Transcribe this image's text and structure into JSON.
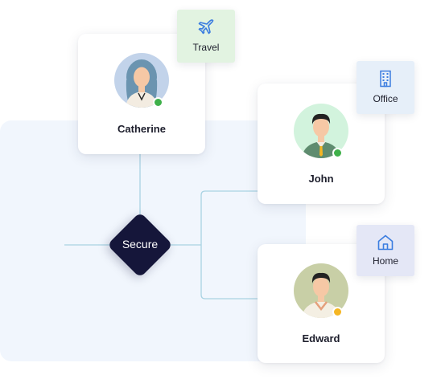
{
  "center": {
    "label": "Secure"
  },
  "people": [
    {
      "name": "Catherine",
      "status_color": "#3fb04a"
    },
    {
      "name": "John",
      "status_color": "#3fb04a"
    },
    {
      "name": "Edward",
      "status_color": "#f5b623"
    }
  ],
  "locations": [
    {
      "label": "Travel",
      "icon": "airplane-icon",
      "bg": "#e2f3e1"
    },
    {
      "label": "Office",
      "icon": "building-icon",
      "bg": "#e6eff9"
    },
    {
      "label": "Home",
      "icon": "house-icon",
      "bg": "#e4e7f6"
    }
  ],
  "colors": {
    "connector": "#a9d3e3",
    "icon_blue": "#3b7de0",
    "node": "#15163a"
  }
}
